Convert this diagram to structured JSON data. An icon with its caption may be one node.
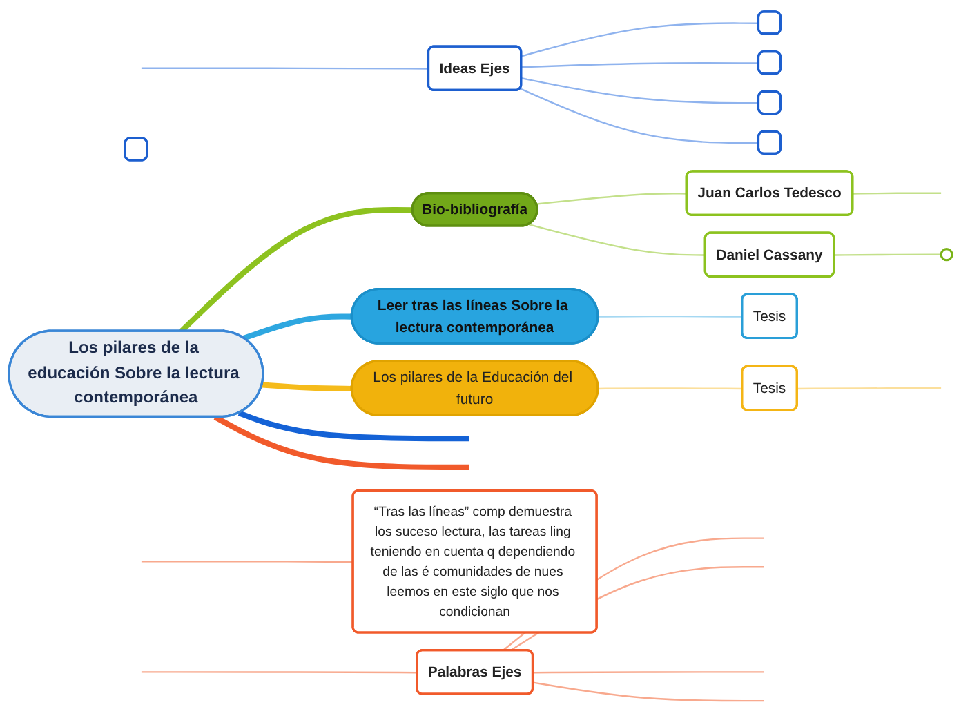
{
  "diagram": {
    "nodes": [
      {
        "text": [
          "Los pilares de la educación Sobre la lectura contemporánea"
        ]
      },
      {
        "text": [
          "Bio-bibliografía"
        ]
      },
      {
        "text": [
          "Juan Carlos Tedesco"
        ]
      },
      {
        "text": [
          "Daniel Cassany"
        ]
      },
      {
        "text": [],
        "shape": "circle"
      },
      {
        "text": [
          "Leer tras las líneas Sobre la lectura contemporánea"
        ]
      },
      {
        "text": [
          "Tesis"
        ]
      },
      {
        "text": [
          "Los pilares de la Educación del futuro"
        ]
      },
      {
        "text": [
          "Tesis"
        ]
      },
      {
        "text": [],
        "shape": "box"
      },
      {
        "text": [
          "Ideas Ejes"
        ]
      },
      {
        "text": [],
        "shape": "box"
      },
      {
        "text": [],
        "shape": "box"
      },
      {
        "text": [],
        "shape": "box"
      },
      {
        "text": [],
        "shape": "box"
      },
      {
        "text": [
          "“Tras las líneas” comp demuestra los suceso lectura, las tareas ling teniendo en cuenta q dependiendo de las é comunidades de nues leemos en este siglo que nos condicionan"
        ]
      },
      {
        "text": [
          "Palabras Ejes"
        ]
      }
    ],
    "edges": [
      {
        "from": 0,
        "to": 1,
        "arrow": "none",
        "style": "thick",
        "color": "#8dc21f"
      },
      {
        "from": 1,
        "to": 2,
        "arrow": "none",
        "color": "#c3e08a"
      },
      {
        "from": 1,
        "to": 3,
        "arrow": "none",
        "color": "#c3e08a"
      },
      {
        "from": 2,
        "to": null,
        "arrow": "none",
        "color": "#c3e08a"
      },
      {
        "from": 3,
        "to": 4,
        "arrow": "none",
        "color": "#c3e08a"
      },
      {
        "from": 0,
        "to": 5,
        "arrow": "none",
        "style": "thick",
        "color": "#2ea7e0"
      },
      {
        "from": 5,
        "to": 6,
        "arrow": "none",
        "color": "#a5d8f2"
      },
      {
        "from": 0,
        "to": 7,
        "arrow": "none",
        "style": "thick",
        "color": "#f5bb1b"
      },
      {
        "from": 7,
        "to": 8,
        "arrow": "none",
        "color": "#fbdf9c"
      },
      {
        "from": 8,
        "to": null,
        "arrow": "none",
        "color": "#fbdf9c"
      },
      {
        "from": 0,
        "to": null,
        "arrow": "none",
        "style": "thick",
        "color": "#1462d6"
      },
      {
        "from": null,
        "to": 10,
        "arrow": "none",
        "color": "#8fb3ee"
      },
      {
        "from": 10,
        "to": 11,
        "arrow": "none",
        "color": "#8fb3ee"
      },
      {
        "from": 10,
        "to": 12,
        "arrow": "none",
        "color": "#8fb3ee"
      },
      {
        "from": 10,
        "to": 13,
        "arrow": "none",
        "color": "#8fb3ee"
      },
      {
        "from": 10,
        "to": 14,
        "arrow": "none",
        "color": "#8fb3ee"
      },
      {
        "from": 0,
        "to": null,
        "arrow": "none",
        "style": "thick",
        "color": "#f15a2b"
      },
      {
        "from": null,
        "to": 15,
        "arrow": "none",
        "color": "#f8a98e"
      },
      {
        "from": null,
        "to": 16,
        "arrow": "none",
        "color": "#f8a98e"
      },
      {
        "from": 16,
        "to": null,
        "arrow": "none",
        "color": "#f8a98e"
      },
      {
        "from": 16,
        "to": null,
        "arrow": "none",
        "color": "#f8a98e"
      },
      {
        "from": 16,
        "to": null,
        "arrow": "none",
        "color": "#f8a98e"
      },
      {
        "from": 16,
        "to": null,
        "arrow": "none",
        "color": "#f8a98e"
      }
    ]
  }
}
